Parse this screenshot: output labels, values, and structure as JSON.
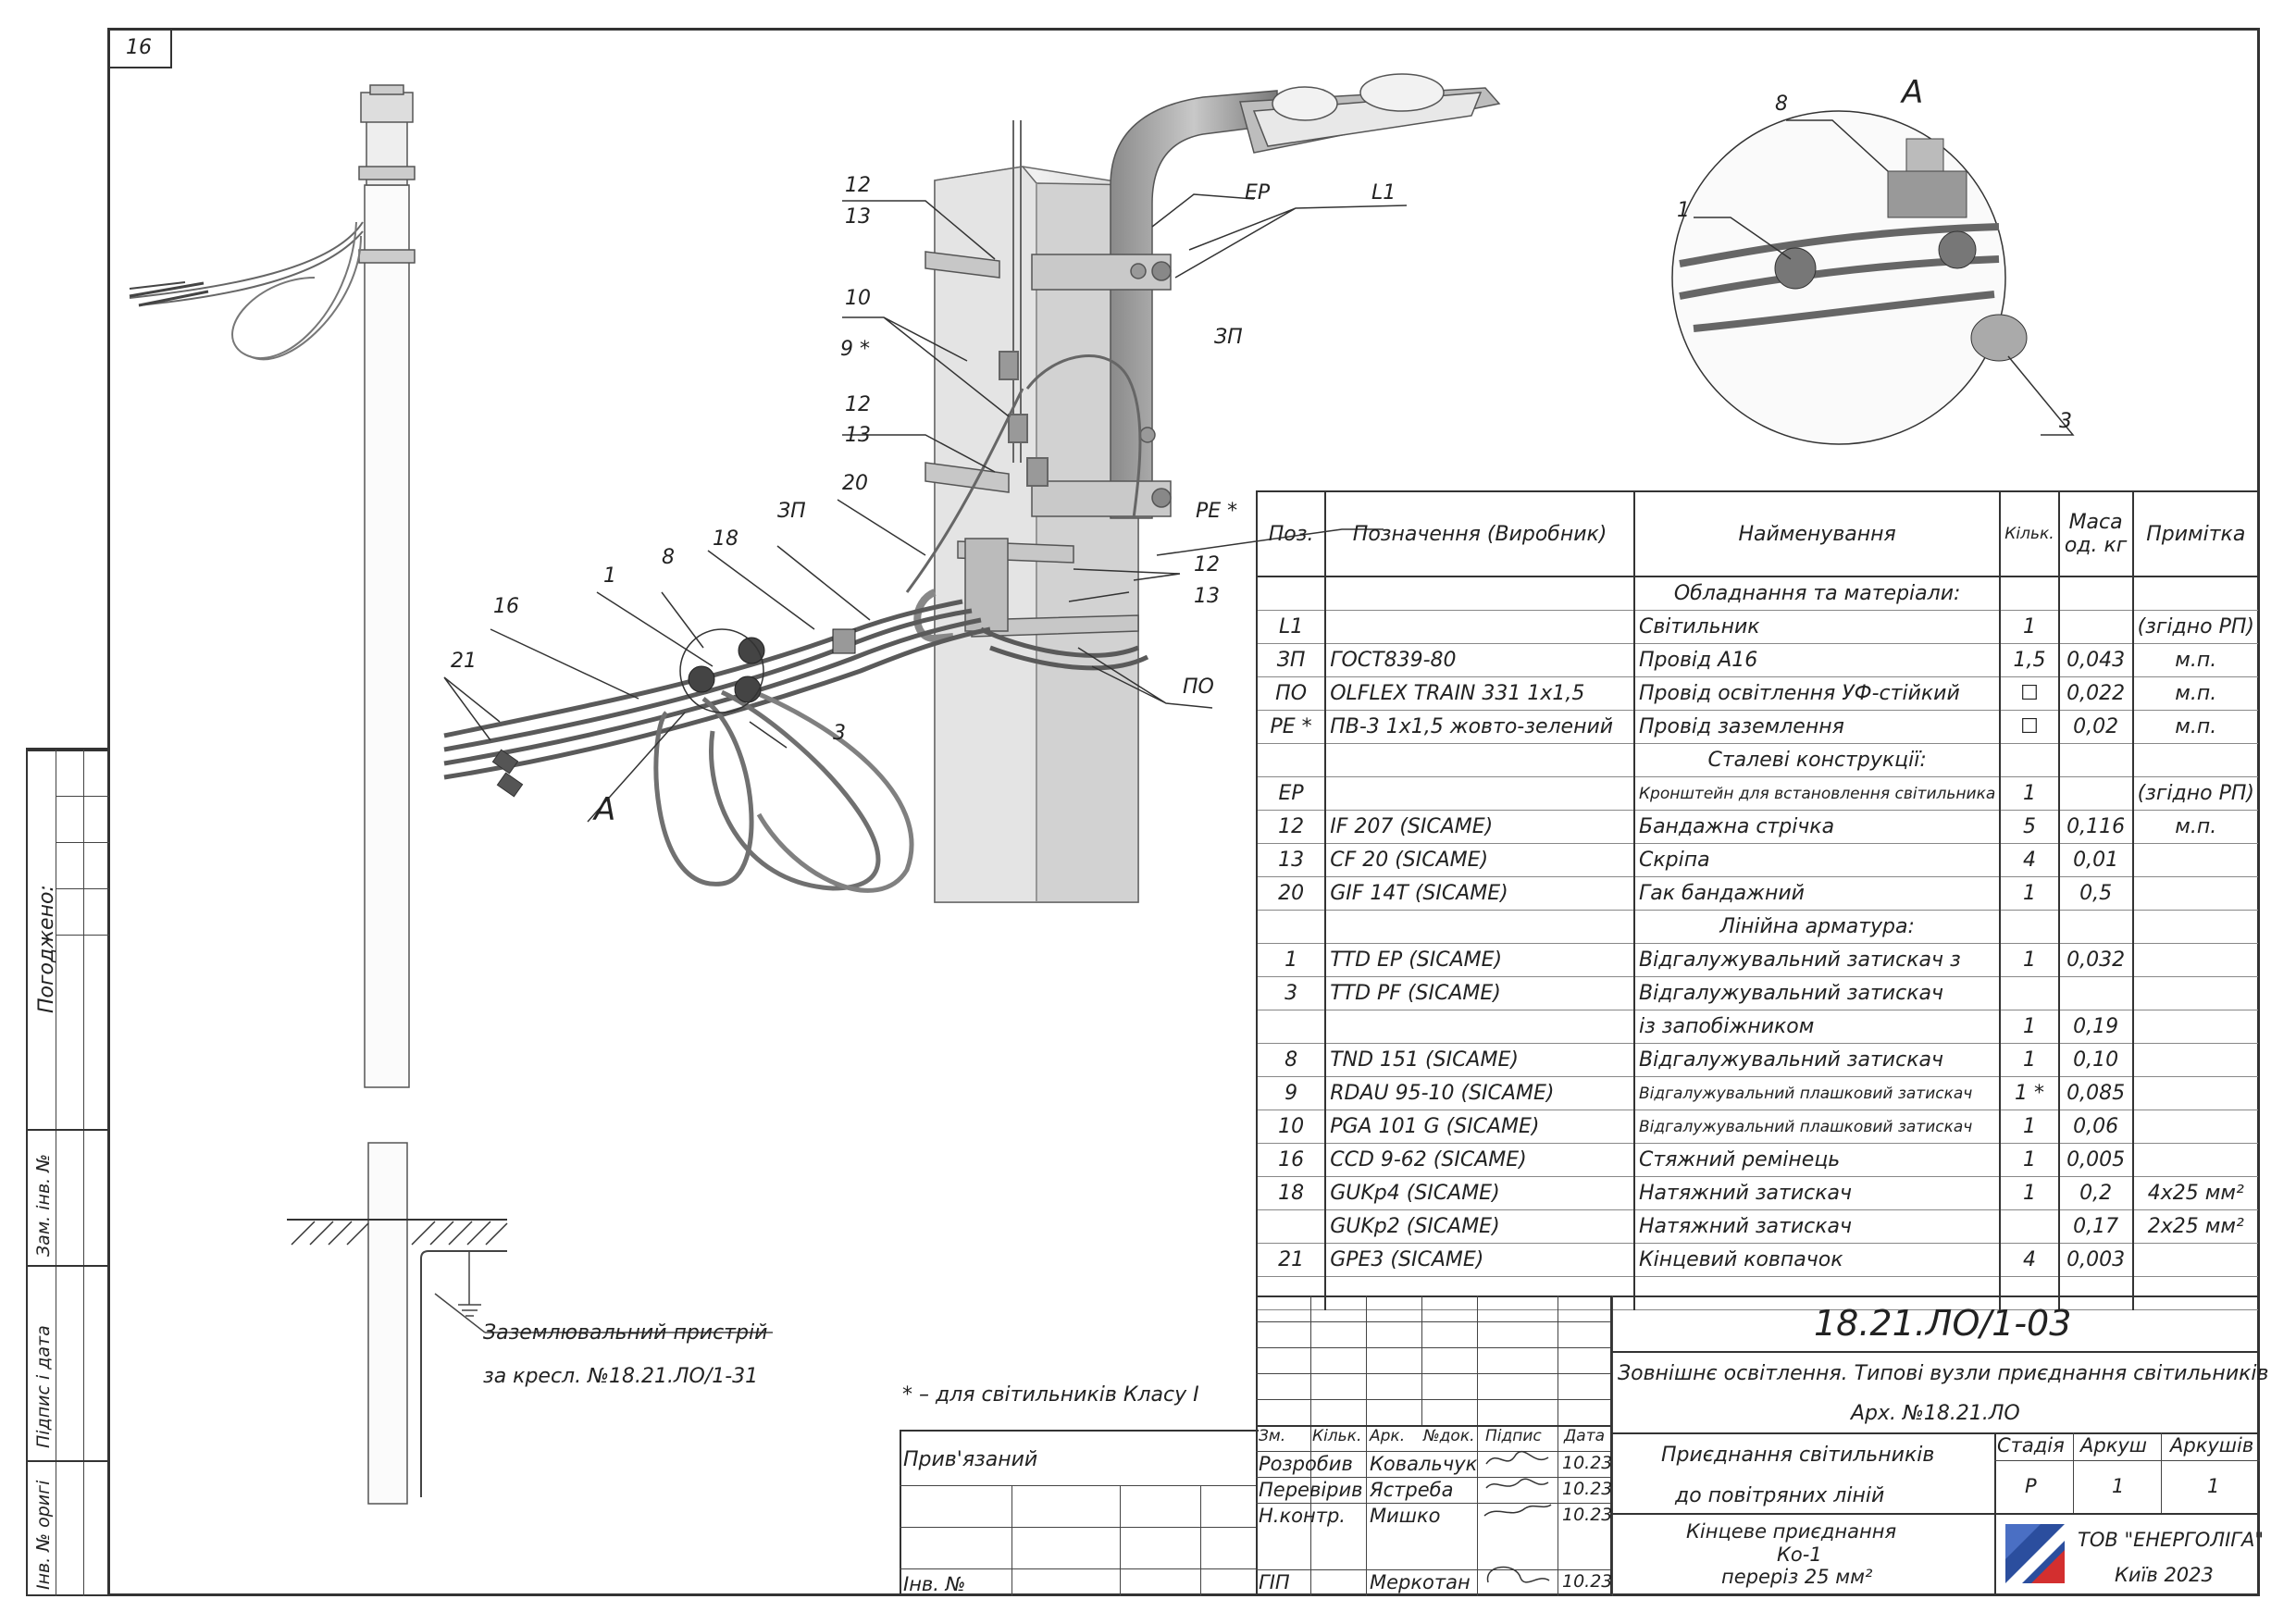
{
  "sheet_number": "16",
  "left_stamp": {
    "agreed": "Погоджено:",
    "replaced": "Зам. інв. №",
    "signature_date": "Підпис і дата",
    "inventory": "Інв. № оригі"
  },
  "callouts": {
    "c12a": "12",
    "c13a": "13",
    "c10": "10",
    "c9": "9 *",
    "c12b": "12",
    "c13b": "13",
    "c20": "20",
    "c3p_left": "ЗП",
    "c18": "18",
    "c8": "8",
    "c1": "1",
    "c16": "16",
    "c21": "21",
    "c3": "3",
    "cA": "A",
    "cEP": "ЕР",
    "cL1": "L1",
    "c3p_right": "ЗП",
    "cPE": "РЕ *",
    "c12c": "12",
    "c13c": "13",
    "cPO": "ПО",
    "det_A": "A",
    "det_8": "8",
    "det_1": "1",
    "det_3": "3"
  },
  "grounding_note": [
    "Заземлювальний пристрій",
    "за кресл. №18.21.ЛО/1-31"
  ],
  "class_note": "* – для світильників Класу І",
  "table": {
    "headers": {
      "pos": "Поз.",
      "designation": "Позначення (Виробник)",
      "name": "Найменування",
      "qty": "Кільк.",
      "mass": "Маса од. кг",
      "note": "Примітка"
    },
    "rows": [
      {
        "type": "section",
        "title": "Обладнання та матеріали:"
      },
      {
        "type": "item",
        "pos": "L1",
        "designation": "",
        "name": "Світильник",
        "qty": "1",
        "mass": "",
        "note": "(згідно РП)"
      },
      {
        "type": "item",
        "pos": "ЗП",
        "designation": "ГОСТ839-80",
        "name": "Провід А16",
        "qty": "1,5",
        "mass": "0,043",
        "note": "м.п."
      },
      {
        "type": "item",
        "pos": "ПО",
        "designation": "OLFLEX TRAIN 331 1х1,5",
        "name": "Провід освітлення УФ-стійкий",
        "qty": "☐",
        "mass": "0,022",
        "note": "м.п."
      },
      {
        "type": "item",
        "pos": "РЕ *",
        "designation": "ПВ-3 1х1,5 жовто-зелений",
        "name": "Провід заземлення",
        "qty": "☐",
        "mass": "0,02",
        "note": "м.п."
      },
      {
        "type": "section",
        "title": "Сталеві конструкції:"
      },
      {
        "type": "item",
        "pos": "ЕР",
        "designation": "",
        "name": "Кронштейн для встановлення світильника",
        "small": true,
        "qty": "1",
        "mass": "",
        "note": "(згідно РП)"
      },
      {
        "type": "item",
        "pos": "12",
        "designation": "IF 207 (SICAME)",
        "name": "Бандажна стрічка",
        "qty": "5",
        "mass": "0,116",
        "note": "м.п."
      },
      {
        "type": "item",
        "pos": "13",
        "designation": "CF 20 (SICAME)",
        "name": "Скріпа",
        "qty": "4",
        "mass": "0,01",
        "note": ""
      },
      {
        "type": "item",
        "pos": "20",
        "designation": "GIF 14T (SICAME)",
        "name": "Гак бандажний",
        "qty": "1",
        "mass": "0,5",
        "note": ""
      },
      {
        "type": "section",
        "title": "Лінійна арматура:"
      },
      {
        "type": "item",
        "pos": "1",
        "designation": "TTD EP (SICAME)",
        "name": "Відгалужувальний затискач з",
        "qty": "1",
        "mass": "0,032",
        "note": ""
      },
      {
        "type": "item",
        "pos": "3",
        "designation": "TTD PF (SICAME)",
        "name": "Відгалужувальний затискач",
        "qty": "",
        "mass": "",
        "note": ""
      },
      {
        "type": "item",
        "pos": "",
        "designation": "",
        "name": "із запобіжником",
        "qty": "1",
        "mass": "0,19",
        "note": ""
      },
      {
        "type": "item",
        "pos": "8",
        "designation": "TND 151 (SICAME)",
        "name": "Відгалужувальний затискач",
        "qty": "1",
        "mass": "0,10",
        "note": ""
      },
      {
        "type": "item",
        "pos": "9",
        "designation": "RDAU 95-10 (SICAME)",
        "name": "Відгалужувальний плашковий затискач",
        "small": true,
        "qty": "1 *",
        "mass": "0,085",
        "note": ""
      },
      {
        "type": "item",
        "pos": "10",
        "designation": "PGA 101 G (SICAME)",
        "name": "Відгалужувальний плашковий затискач",
        "small": true,
        "qty": "1",
        "mass": "0,06",
        "note": ""
      },
      {
        "type": "item",
        "pos": "16",
        "designation": "CCD 9-62 (SICAME)",
        "name": "Стяжний ремінець",
        "qty": "1",
        "mass": "0,005",
        "note": ""
      },
      {
        "type": "item",
        "pos": "18",
        "designation": "GUKp4 (SICAME)",
        "name": "Натяжний затискач",
        "qty": "1",
        "mass": "0,2",
        "note": "4х25 мм²"
      },
      {
        "type": "item",
        "pos": "",
        "designation": "GUKp2 (SICAME)",
        "name": "Натяжний затискач",
        "qty": "",
        "mass": "0,17",
        "note": "2х25 мм²"
      },
      {
        "type": "item",
        "pos": "21",
        "designation": "GPE3 (SICAME)",
        "name": "Кінцевий ковпачок",
        "qty": "4",
        "mass": "0,003",
        "note": ""
      },
      {
        "type": "item",
        "pos": "",
        "designation": "",
        "name": "",
        "qty": "",
        "mass": "",
        "note": ""
      }
    ]
  },
  "title_block": {
    "code": "18.21.ЛО/1-03",
    "project": "Зовнішнє освітлення. Типові вузли приєднання світильників",
    "archive": "Арх. №18.21.ЛО",
    "cols": {
      "zm": "Зм.",
      "qty": "Кільк.",
      "sheet": "Арк.",
      "doc": "№док.",
      "sign": "Підпис",
      "date": "Дата"
    },
    "people": [
      {
        "role": "Розробив",
        "name": "Ковальчук",
        "date": "10.23"
      },
      {
        "role": "Перевірив",
        "name": "Ястреба",
        "date": "10.23"
      },
      {
        "role": "Н.контр.",
        "name": "Мишко",
        "date": "10.23"
      },
      {
        "role": "ГІП",
        "name": "Меркотан",
        "date": "10.23"
      }
    ],
    "bound": "Прив'язаний",
    "inv": "Інв. №",
    "sheet_title": [
      "Приєднання світильників",
      "до повітряних ліній"
    ],
    "stage_label": "Стадія",
    "sheet_label": "Аркуш",
    "sheets_label": "Аркушів",
    "stage": "Р",
    "sheet": "1",
    "sheets": "1",
    "drawing_title": [
      "Кінцеве приєднання",
      "Ко-1",
      "переріз 25 мм²"
    ],
    "company": "ТОВ \"ЕНЕРГОЛІГА\"",
    "city_year": "Київ 2023"
  }
}
